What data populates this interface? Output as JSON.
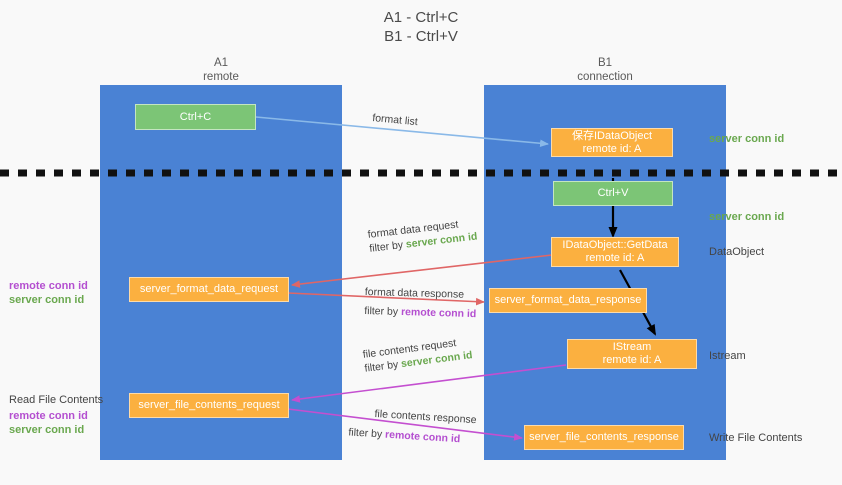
{
  "title": {
    "line1": "A1 - Ctrl+C",
    "line2": "B1 - Ctrl+V"
  },
  "columns": [
    {
      "name": "A1",
      "sub": "remote"
    },
    {
      "name": "B1",
      "sub": "connection"
    }
  ],
  "colors": {
    "lane": "#4a82d4",
    "green_box": "#7cc576",
    "orange_box": "#fbb040",
    "server_conn_id": "#6aa84f",
    "remote_conn_id": "#b44fd0",
    "arrow_blue": "#8ab9e8",
    "arrow_red": "#e06666",
    "arrow_magenta": "#c game",
    "arrow_black": "#000000",
    "background": "#f9f9f9"
  },
  "boxes": {
    "ctrl_c": "Ctrl+C",
    "ctrl_v": "Ctrl+V",
    "save_idataobject_l1": "保存IDataObject",
    "save_idataobject_l2": "remote id: A",
    "getdata_l1": "IDataObject::GetData",
    "getdata_l2": "remote id: A",
    "istream_l1": "IStream",
    "istream_l2": "remote id: A",
    "server_format_data_request": "server_format_data_request",
    "server_format_data_response": "server_format_data_response",
    "server_file_contents_request": "server_file_contents_request",
    "server_file_contents_response": "server_file_contents_response"
  },
  "side_labels": {
    "server_conn_id": "server conn id",
    "remote_conn_id": "remote conn id",
    "data_object": "DataObject",
    "istream": "Istream",
    "read_file_contents": "Read File Contents",
    "write_file_contents": "Write File Contents"
  },
  "arrow_labels": {
    "format_list": "format list",
    "format_data_request": "format data request",
    "format_data_response": "format data response",
    "file_contents_request": "file contents request",
    "file_contents_response": "file contents response",
    "filter_by": "filter by "
  }
}
